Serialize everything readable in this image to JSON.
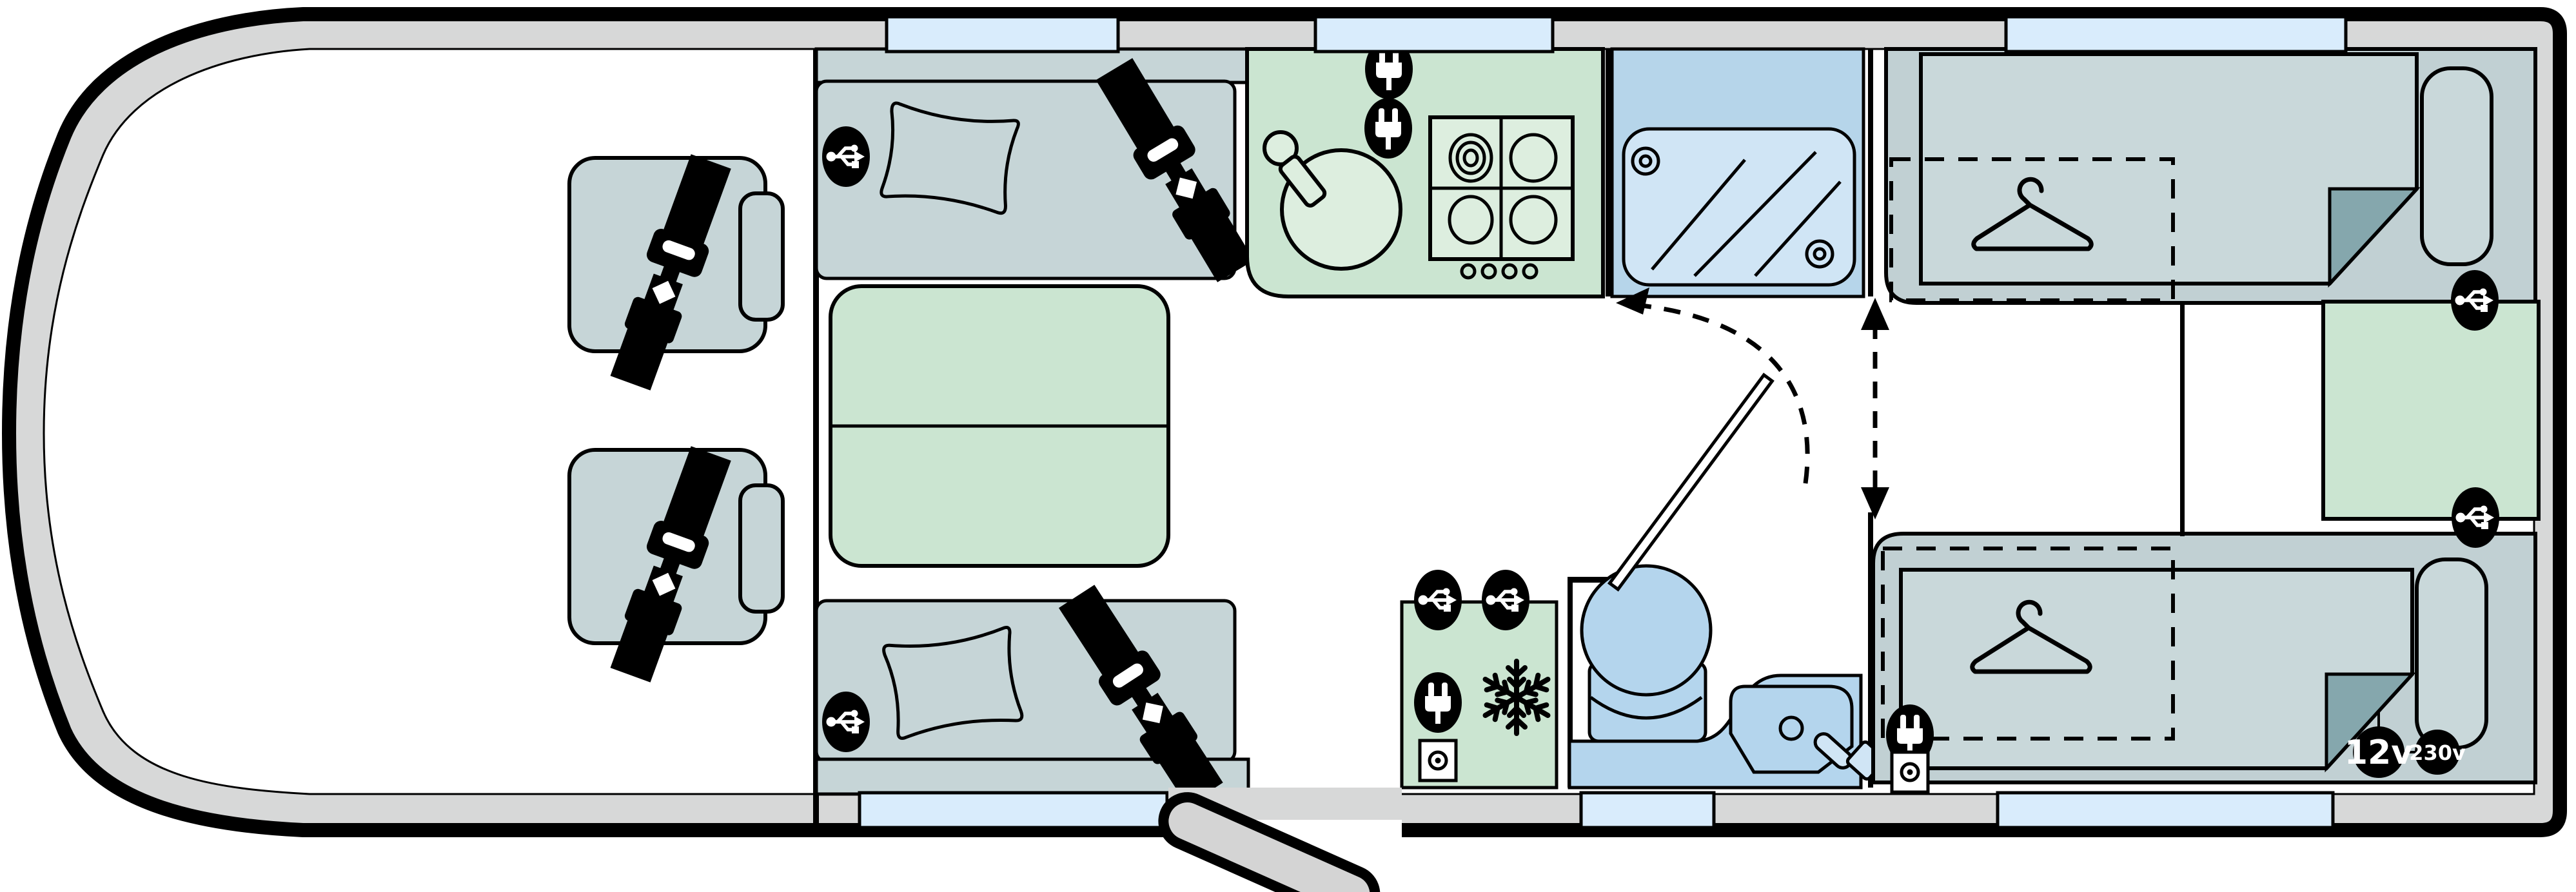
{
  "title": "Motorhome floorplan diagram",
  "badges": {
    "twelve_volt": "12v",
    "two_thirty_volt": "230v"
  },
  "colors": {
    "outline": "#000000",
    "body_band_gray": "#d7d8d8",
    "window_blue": "#d9ecfc",
    "upholstery_gray_blue": "#c6d5d7",
    "bedroom_background": "#c1d0d3",
    "mattress": "#c9d8da",
    "turned_sheet_dark": "#85a7ad",
    "furniture_green": "#cbe5d1",
    "furniture_green_light": "#ddeedf",
    "shower_blue": "#b6d5ea",
    "shower_tray_blue": "#d0e5f5",
    "sanitary_blue": "#b4d5ed",
    "badge_black": "#000000",
    "badge_text": "#ffffff"
  },
  "areas": {
    "cab": {
      "name": "driving cab",
      "seats": [
        "belted cab seat",
        "belted cab seat"
      ]
    },
    "lounge": {
      "name": "front dinette lounge",
      "items": [
        "belted travel seat with scatter cushion",
        "belted travel seat with scatter cushion",
        "folding table with centre leaf line"
      ],
      "usb_sockets": 2
    },
    "kitchen": {
      "name": "kitchen",
      "items": [
        "round sink with mixer tap",
        "four burner gas hob with four control knobs"
      ],
      "sockets_230v": 2
    },
    "shower": {
      "name": "separate shower cubicle",
      "items": [
        "shower tray with two drains"
      ]
    },
    "washroom": {
      "name": "washroom",
      "items": [
        "swivel toilet",
        "vanity basin with tap",
        "hinged door with swing arc"
      ]
    },
    "bedroom": {
      "name": "rear twin single bedroom",
      "items": [
        "single bed with turned-down sheet and pillow",
        "single bed with turned-down sheet and pillow",
        "overhead wardrobe (dashed) with hanger",
        "overhead wardrobe (dashed) with hanger",
        "chest / cabinet between beds"
      ],
      "usb_sockets": 2,
      "sockets_230v": 1,
      "tv_sockets": 1,
      "power_badges": [
        "12v",
        "230v"
      ]
    },
    "utility": {
      "name": "fridge / utility unit",
      "items": [
        "fridge (snowflake icon)"
      ],
      "usb_sockets": 2,
      "sockets_230v": 1,
      "tv_sockets": 1
    }
  },
  "icons": [
    "usb-icon",
    "usb-icon",
    "usb-icon",
    "usb-icon",
    "usb-icon",
    "usb-icon",
    "plug-230v-icon",
    "plug-230v-icon",
    "plug-230v-icon",
    "plug-230v-icon",
    "snowflake-fridge-icon",
    "tv-aerial-socket-icon",
    "tv-aerial-socket-icon",
    "hanger-icon",
    "hanger-icon",
    "seatbelt-icon",
    "seatbelt-icon",
    "seatbelt-icon",
    "seatbelt-icon",
    "door-swing-arrow",
    "walkway-double-arrow",
    "12v-badge",
    "230v-badge"
  ],
  "windows": {
    "top_wall": 3,
    "bottom_wall": 3,
    "entry_door_open": true
  }
}
